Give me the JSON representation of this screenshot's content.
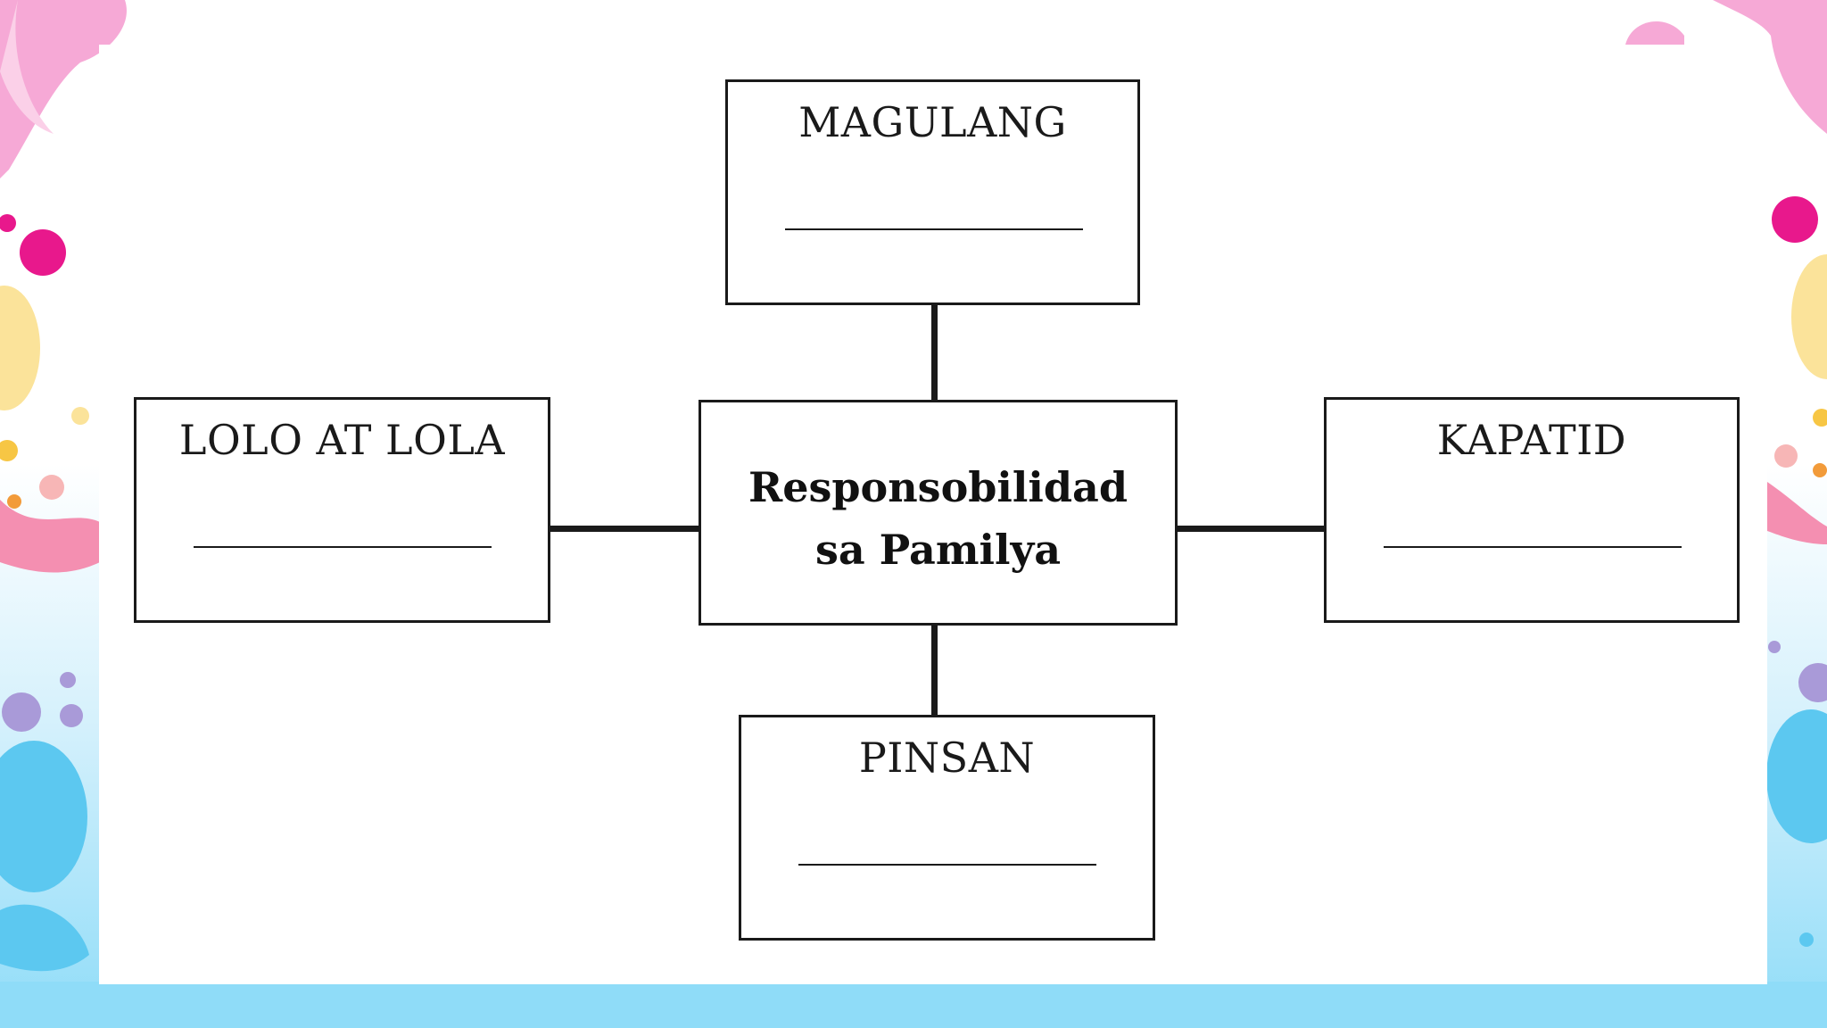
{
  "colors": {
    "pink": "#f6a9d6",
    "magenta": "#e8188c",
    "yellow": "#fbe39a",
    "sky_blue": "#8fdcf8",
    "blue": "#5cc8f0",
    "purple": "#a99ad8",
    "line": "#1a1a1a"
  },
  "diagram": {
    "center": {
      "line1": "Responsobilidad",
      "line2": "sa Pamilya"
    },
    "nodes": {
      "top": {
        "label": "MAGULANG"
      },
      "left": {
        "label": "LOLO AT LOLA"
      },
      "right": {
        "label": "KAPATID"
      },
      "bottom": {
        "label": "PINSAN"
      }
    }
  }
}
